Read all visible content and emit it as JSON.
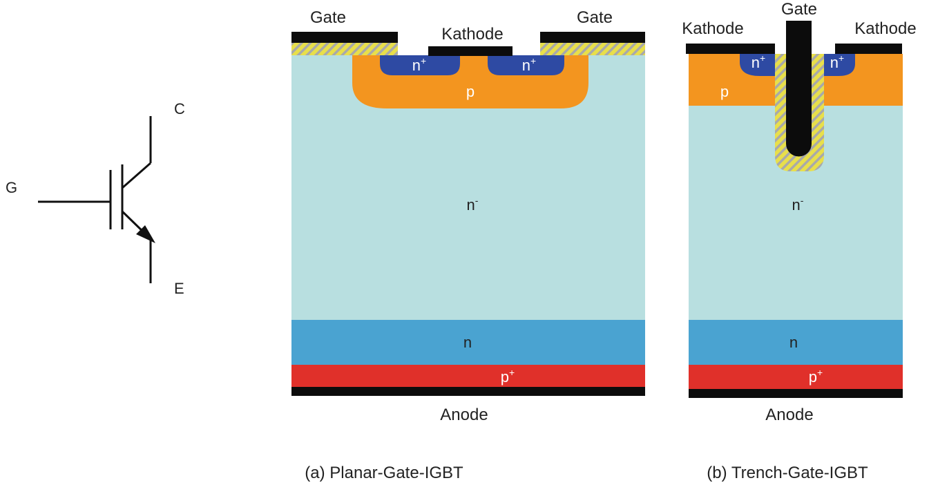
{
  "symbol": {
    "collector": "C",
    "gate": "G",
    "emitter": "E"
  },
  "planar": {
    "caption": "(a) Planar-Gate-IGBT",
    "gate_left": "Gate",
    "gate_right": "Gate",
    "kathode": "Kathode",
    "anode": "Anode",
    "regions": {
      "n_plus": "n",
      "n_plus_sup": "+",
      "p_well": "p",
      "drift": "n",
      "drift_sup": "-",
      "buffer": "n",
      "collector": "p",
      "collector_sup": "+"
    }
  },
  "trench": {
    "caption": "(b) Trench-Gate-IGBT",
    "gate": "Gate",
    "kathode_left": "Kathode",
    "kathode_right": "Kathode",
    "anode": "Anode",
    "regions": {
      "n_plus": "n",
      "n_plus_sup": "+",
      "p_well": "p",
      "drift": "n",
      "drift_sup": "-",
      "buffer": "n",
      "collector": "p",
      "collector_sup": "+"
    }
  },
  "colors": {
    "drift": "#b8dfe0",
    "buffer": "#4aa3d1",
    "collector": "#e0302a",
    "p_well": "#f3951f",
    "n_plus": "#2e4aa3",
    "metal": "#0c0c0c",
    "oxide_yellow": "#e8df4a",
    "oxide_gray": "#a9a9a9"
  }
}
